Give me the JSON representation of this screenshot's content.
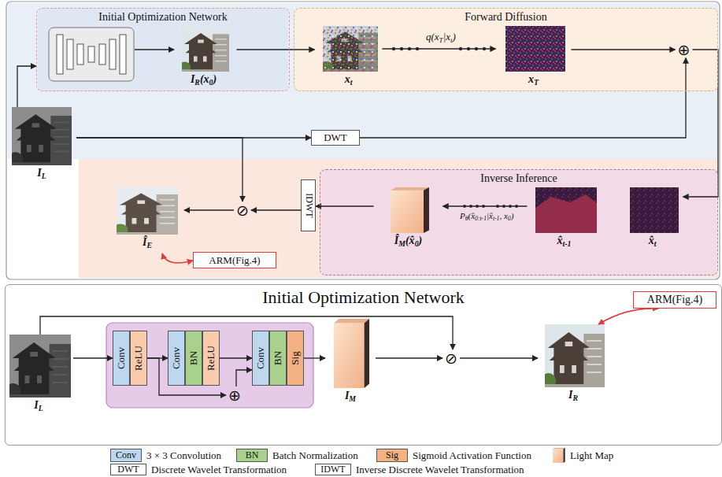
{
  "diagram": {
    "nodes": [
      {
        "text": [
          "Initial Optimization Network"
        ]
      },
      {
        "text": [
          "IR(x0)"
        ],
        "in": 0
      },
      {
        "text": [
          "Forward Diffusion"
        ]
      },
      {
        "text": [
          "xt"
        ],
        "in": 2
      },
      {
        "text": [
          "xT"
        ],
        "in": 2
      },
      {
        "text": [
          "⊕"
        ],
        "in": 2
      },
      {
        "text": [
          "IL"
        ]
      },
      {
        "text": [
          "DWT"
        ]
      },
      {
        "text": [
          "Inverse Inference"
        ]
      },
      {
        "text": [
          "ÎM(x̂0)"
        ],
        "in": 8
      },
      {
        "text": [
          "x̂t-1"
        ],
        "in": 8
      },
      {
        "text": [
          "x̂t"
        ],
        "in": 8
      },
      {
        "text": [
          "IDWT"
        ]
      },
      {
        "text": [
          "⊘"
        ]
      },
      {
        "text": [
          "ÎE"
        ]
      },
      {
        "text": [
          "ARM(Fig.4)"
        ]
      },
      {
        "text": [
          "Initial Optimization Network"
        ]
      },
      {
        "text": [
          "IL"
        ],
        "in": 16
      },
      {
        "text": [
          "Conv"
        ],
        "in": 16
      },
      {
        "text": [
          "ReLU"
        ],
        "in": 16
      },
      {
        "text": [
          "Conv"
        ],
        "in": 16
      },
      {
        "text": [
          "BN"
        ],
        "in": 16
      },
      {
        "text": [
          "ReLU"
        ],
        "in": 16
      },
      {
        "text": [
          "Conv"
        ],
        "in": 16
      },
      {
        "text": [
          "BN"
        ],
        "in": 16
      },
      {
        "text": [
          "Sig"
        ],
        "in": 16
      },
      {
        "text": [
          "⊕"
        ],
        "in": 16
      },
      {
        "text": [
          "IM"
        ],
        "in": 16
      },
      {
        "text": [
          "⊘"
        ],
        "in": 16
      },
      {
        "text": [
          "IR"
        ],
        "in": 16
      },
      {
        "text": [
          "ARM(Fig.4)"
        ],
        "in": 16
      }
    ],
    "edges": [
      {
        "from": 6,
        "to": 0,
        "arrow": "to"
      },
      {
        "from": 1,
        "to": 3,
        "arrow": "to"
      },
      {
        "from": 3,
        "to": 4,
        "arrow": "to",
        "label": "q(xT|xt)"
      },
      {
        "from": 4,
        "to": 5,
        "arrow": "to"
      },
      {
        "from": 6,
        "to": 7,
        "arrow": "to"
      },
      {
        "from": 7,
        "to": 5,
        "arrow": "to"
      },
      {
        "from": 5,
        "to": 11,
        "arrow": "to"
      },
      {
        "from": 10,
        "to": 9,
        "arrow": "to",
        "label": "Pθ(x̂0:t-1|x̂t-1, x0)"
      },
      {
        "from": 9,
        "to": 12,
        "arrow": "to"
      },
      {
        "from": 12,
        "to": 13,
        "arrow": "to"
      },
      {
        "from": 6,
        "to": 13,
        "arrow": "to"
      },
      {
        "from": 13,
        "to": 14,
        "arrow": "to"
      },
      {
        "from": 14,
        "to": 15,
        "arrow": "both"
      },
      {
        "from": 17,
        "to": 18,
        "arrow": "to"
      },
      {
        "from": 19,
        "to": 20,
        "arrow": "to"
      },
      {
        "from": 19,
        "to": 26,
        "arrow": "to"
      },
      {
        "from": 22,
        "to": 23,
        "arrow": "to"
      },
      {
        "from": 26,
        "to": 23,
        "arrow": "to"
      },
      {
        "from": 25,
        "to": 27,
        "arrow": "to"
      },
      {
        "from": 27,
        "to": 28,
        "arrow": "to"
      },
      {
        "from": 17,
        "to": 28,
        "arrow": "to"
      },
      {
        "from": 28,
        "to": 29,
        "arrow": "to"
      },
      {
        "from": 29,
        "to": 30,
        "arrow": "both"
      }
    ],
    "labels": [
      "Conv",
      "BN",
      "Sig",
      "DWT",
      "IDWT"
    ],
    "legend": [
      {
        "text": "3 × 3 Convolution",
        "color": "#bdd7ee"
      },
      {
        "text": "Batch Normalization",
        "color": "#a9d18e"
      },
      {
        "text": "Sigmoid Activation Function",
        "color": "#f4b183"
      },
      {
        "text": "Light Map"
      },
      {
        "text": "Discrete Wavelet Transformation"
      },
      {
        "text": "Inverse Discrete Wavelet Transformation"
      }
    ]
  }
}
